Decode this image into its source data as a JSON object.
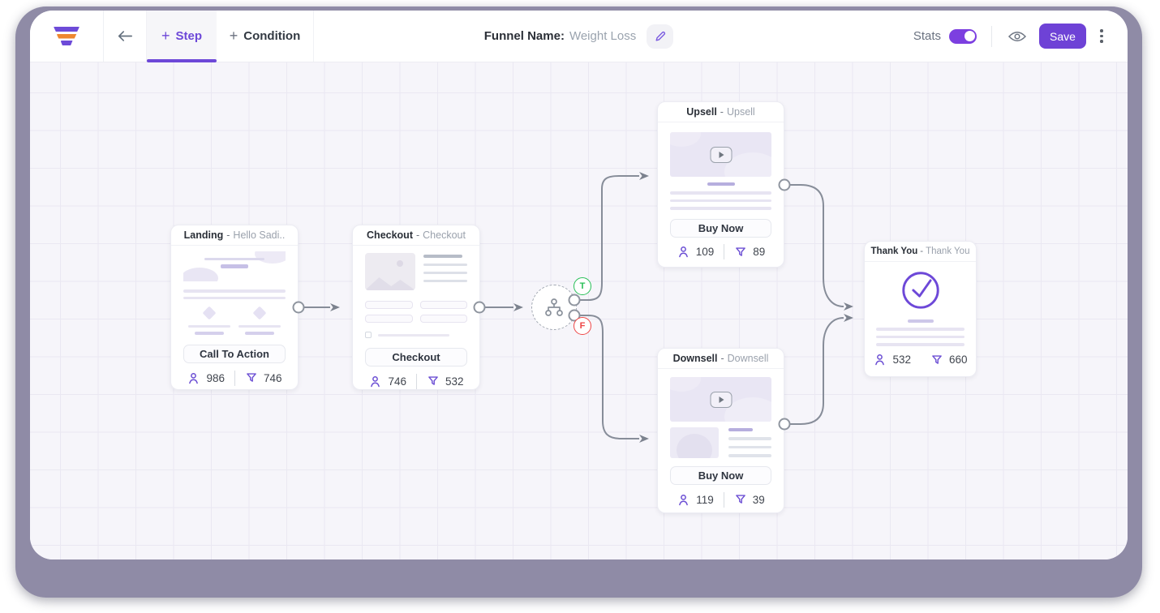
{
  "header": {
    "tabs": {
      "step": "Step",
      "condition": "Condition",
      "plus": "+"
    },
    "funnel_label": "Funnel Name:",
    "funnel_value": "Weight Loss",
    "stats_label": "Stats",
    "save_label": "Save"
  },
  "separator": "-",
  "nodes": {
    "landing": {
      "title": "Landing",
      "subtitle": "Hello Sadi..",
      "button": "Call To Action",
      "visitors": "986",
      "conversions": "746"
    },
    "checkout": {
      "title": "Checkout",
      "subtitle": "Checkout",
      "button": "Checkout",
      "visitors": "746",
      "conversions": "532"
    },
    "upsell": {
      "title": "Upsell",
      "subtitle": "Upsell",
      "button": "Buy Now",
      "visitors": "109",
      "conversions": "89"
    },
    "downsell": {
      "title": "Downsell",
      "subtitle": "Downsell",
      "button": "Buy Now",
      "visitors": "119",
      "conversions": "39"
    },
    "thankyou": {
      "title": "Thank You",
      "subtitle": "Thank You",
      "visitors": "532",
      "conversions": "660"
    }
  },
  "condition": {
    "true_label": "T",
    "false_label": "F"
  },
  "colors": {
    "accent": "#6d48d8",
    "orange": "#ee8830",
    "frame": "#8f8ba6",
    "true": "#28bf57",
    "false": "#ee4545"
  }
}
